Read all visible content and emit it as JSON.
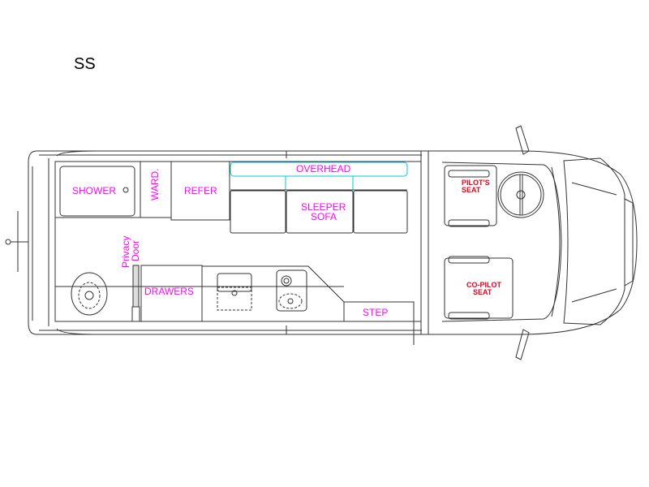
{
  "title": "SS",
  "labels": {
    "shower": "SHOWER",
    "wardrobe": "WARD.",
    "refer": "REFER",
    "overhead": "OVERHEAD",
    "sleeper_sofa": [
      "SLEEPER",
      "SOFA"
    ],
    "privacy_door": [
      "Privacy",
      "Door"
    ],
    "drawers": "DRAWERS",
    "step": "STEP",
    "pilot_seat": [
      "PILOT'S",
      "SEAT"
    ],
    "copilot_seat": [
      "CO-PILOT",
      "SEAT"
    ]
  },
  "colors": {
    "room_label": "#ff00ff",
    "seat_label": "#e8001c",
    "overhead": "#00c8d8"
  }
}
